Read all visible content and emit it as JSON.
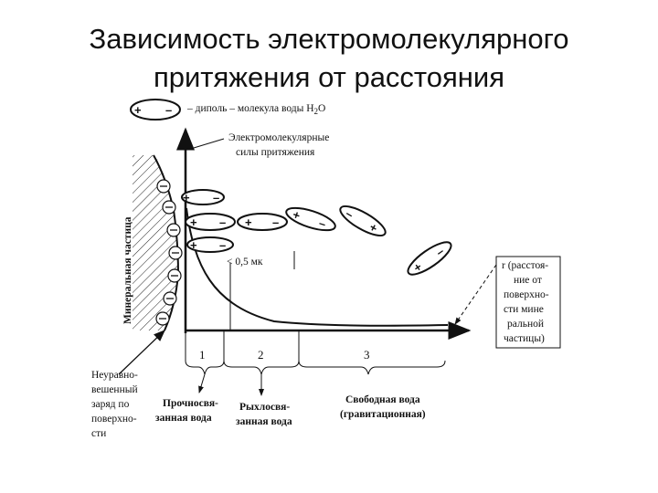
{
  "title": {
    "line1": "Зависимость электромолекулярного",
    "line2": "притяжения от расстояния"
  },
  "legend": {
    "plus": "+",
    "minus": "–",
    "text": "– диполь – молекула воды H",
    "subscript": "2",
    "text_end": "O"
  },
  "y_axis_label": {
    "line1": "Электромолекулярные",
    "line2": "силы притяжения"
  },
  "particle_label": "Минеральная частица",
  "distance_marker": "< 0,5 мк",
  "x_axis_label": [
    "r (расстоя-",
    "ние от",
    "поверхно-",
    "сти мине",
    "ральной",
    "частицы)"
  ],
  "zones": [
    {
      "number": "1",
      "label_line1": "Прочносвя-",
      "label_line2": "занная вода"
    },
    {
      "number": "2",
      "label_line1": "Рыхлосвя-",
      "label_line2": "занная вода"
    },
    {
      "number": "3",
      "label_line1": "Свободная вода",
      "label_line2": "(гравитационная)"
    }
  ],
  "charge_label": [
    "Неуравно-",
    "вешенный",
    "заряд по",
    "поверхно-",
    "сти"
  ]
}
